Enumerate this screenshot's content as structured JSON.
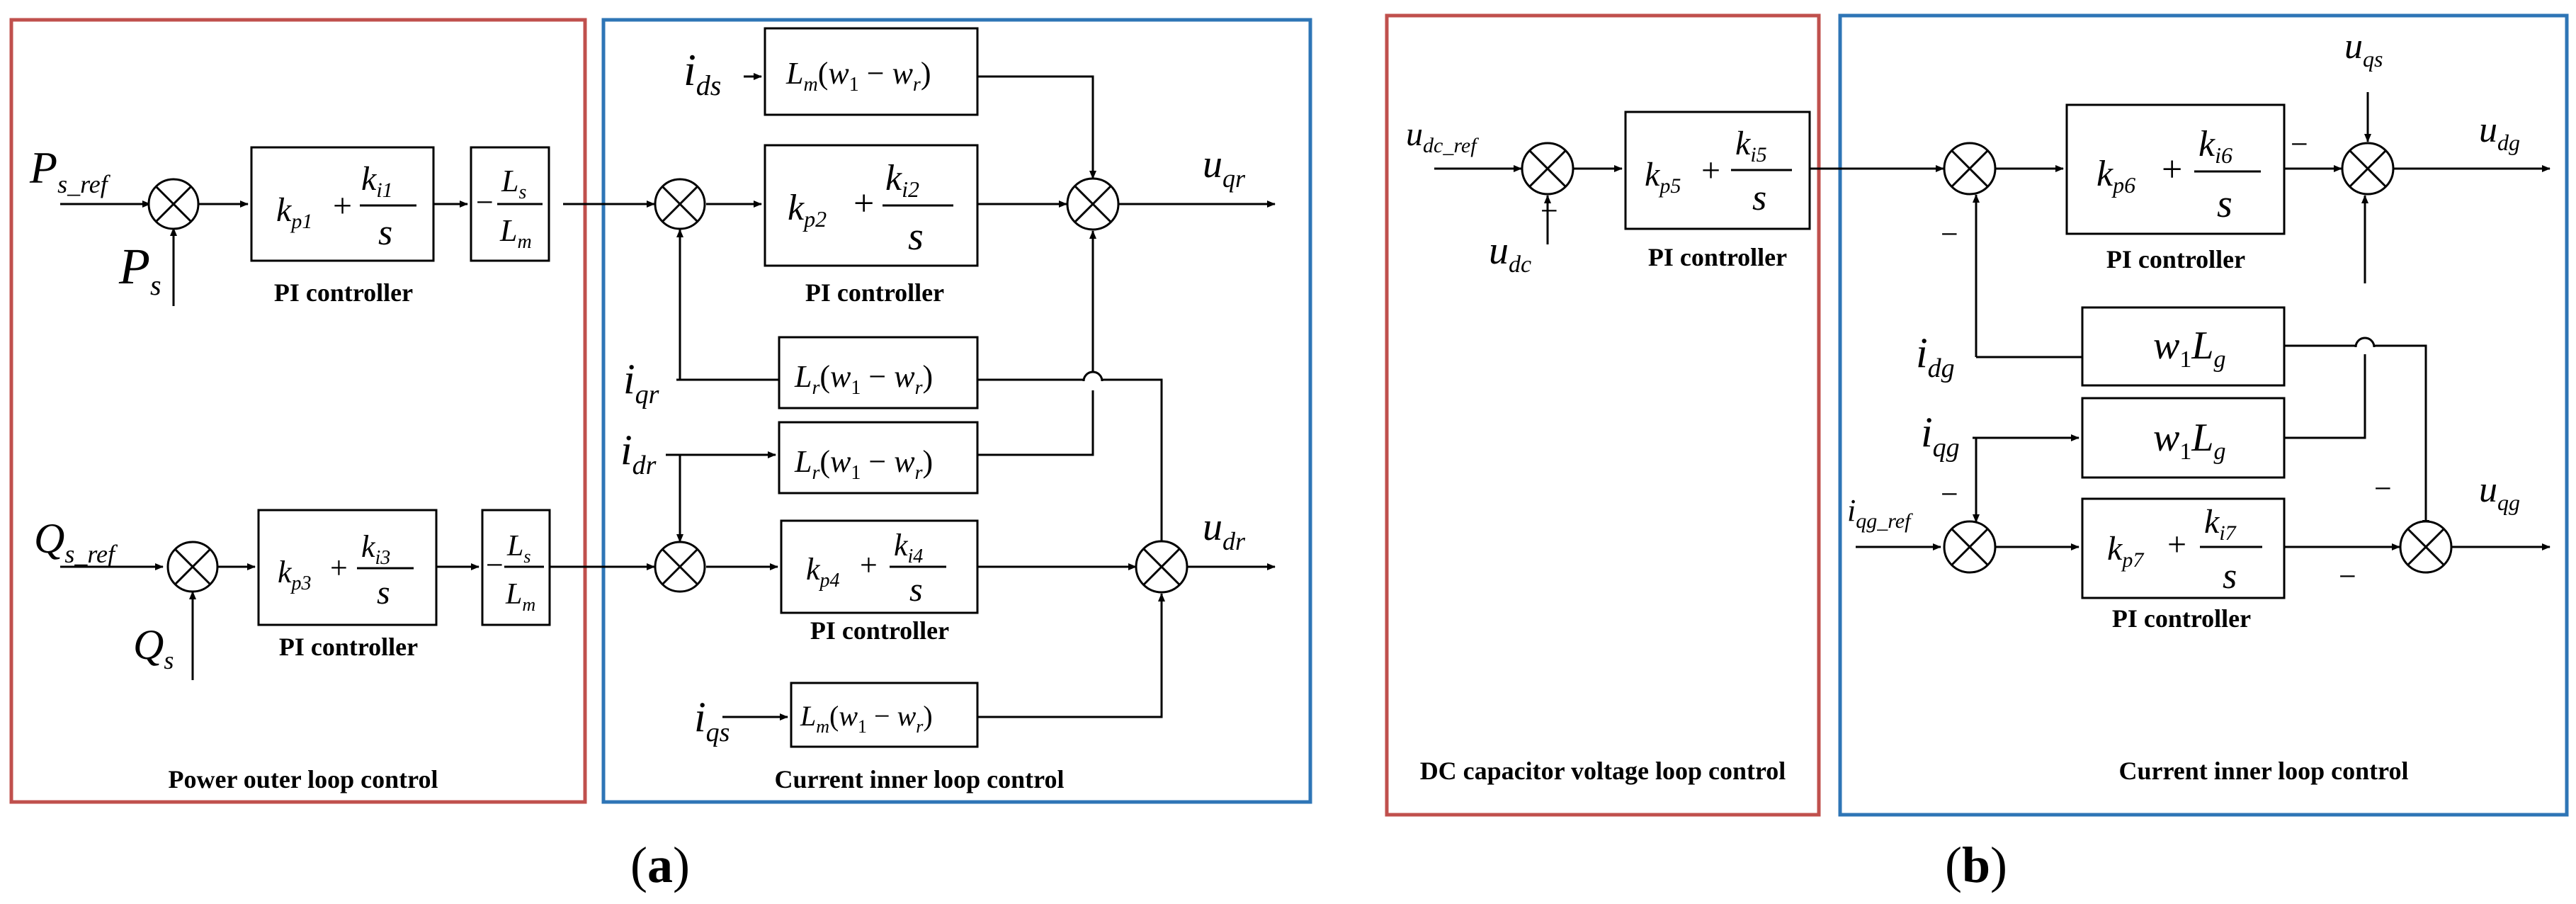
{
  "panel_a": {
    "label": "a",
    "outer_loop_title": "Power outer loop control",
    "inner_loop_title": "Current inner loop control",
    "pi_label": "PI controller",
    "signals": {
      "ps_ref": "P",
      "ps_ref_sub": "s_ref",
      "ps": "P",
      "ps_sub": "s",
      "qs_ref": "Q",
      "qs_ref_sub": "s_ref",
      "qs": "Q",
      "qs_sub": "s",
      "ids": "i",
      "ids_sub": "ds",
      "iqr": "i",
      "iqr_sub": "qr",
      "idr": "i",
      "idr_sub": "dr",
      "iqs": "i",
      "iqs_sub": "qs",
      "uqr": "u",
      "uqr_sub": "qr",
      "udr": "u",
      "udr_sub": "dr"
    },
    "blocks": {
      "pi1": {
        "kp": "k",
        "kp_sub": "p1",
        "ki": "k",
        "ki_sub": "i1",
        "den": "s"
      },
      "pi2": {
        "kp": "k",
        "kp_sub": "p2",
        "ki": "k",
        "ki_sub": "i2",
        "den": "s"
      },
      "pi3": {
        "kp": "k",
        "kp_sub": "p3",
        "ki": "k",
        "ki_sub": "i3",
        "den": "s"
      },
      "pi4": {
        "kp": "k",
        "kp_sub": "p4",
        "ki": "k",
        "ki_sub": "i4",
        "den": "s"
      },
      "gain_top": {
        "num": "L",
        "num_sub": "s",
        "den": "L",
        "den_sub": "m"
      },
      "gain_bot": {
        "num": "L",
        "num_sub": "s",
        "den": "L",
        "den_sub": "m"
      },
      "lm_top": {
        "L": "L",
        "L_sub": "m",
        "w1": "w",
        "w1_sub": "1",
        "wr": "w",
        "wr_sub": "r"
      },
      "lr_1": {
        "L": "L",
        "L_sub": "r",
        "w1": "w",
        "w1_sub": "1",
        "wr": "w",
        "wr_sub": "r"
      },
      "lr_2": {
        "L": "L",
        "L_sub": "r",
        "w1": "w",
        "w1_sub": "1",
        "wr": "w",
        "wr_sub": "r"
      },
      "lm_bot": {
        "L": "L",
        "L_sub": "m",
        "w1": "w",
        "w1_sub": "1",
        "wr": "w",
        "wr_sub": "r"
      }
    }
  },
  "panel_b": {
    "label": "b",
    "dc_loop_title": "DC capacitor voltage loop control",
    "inner_loop_title": "Current inner loop control",
    "pi_label": "PI controller",
    "signals": {
      "udc_ref": "u",
      "udc_ref_sub": "dc_ref",
      "udc": "u",
      "udc_sub": "dc",
      "uqs": "u",
      "uqs_sub": "qs",
      "udg": "u",
      "udg_sub": "dg",
      "uqg": "u",
      "uqg_sub": "qg",
      "idg": "i",
      "idg_sub": "dg",
      "iqg": "i",
      "iqg_sub": "qg",
      "iqg_ref": "i",
      "iqg_ref_sub": "qg_ref"
    },
    "blocks": {
      "pi5": {
        "kp": "k",
        "kp_sub": "p5",
        "ki": "k",
        "ki_sub": "i5",
        "den": "s"
      },
      "pi6": {
        "kp": "k",
        "kp_sub": "p6",
        "ki": "k",
        "ki_sub": "i6",
        "den": "s"
      },
      "pi7": {
        "kp": "k",
        "kp_sub": "p7",
        "ki": "k",
        "ki_sub": "i7",
        "den": "s"
      },
      "wlg_1": {
        "w": "w",
        "w_sub": "1",
        "L": "L",
        "L_sub": "g"
      },
      "wlg_2": {
        "w": "w",
        "w_sub": "1",
        "L": "L",
        "L_sub": "g"
      }
    }
  }
}
